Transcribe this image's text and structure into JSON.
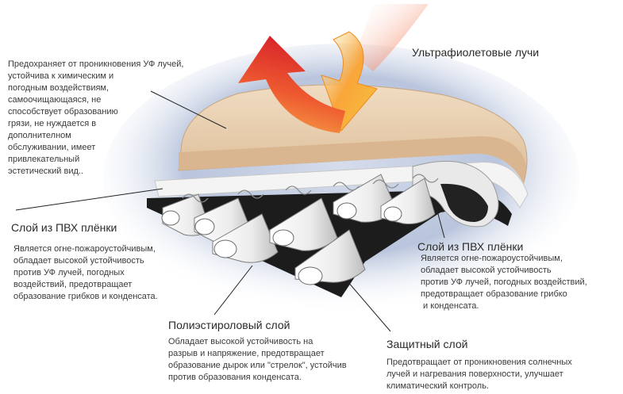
{
  "uv": {
    "title": "Ультрафиолетовые лучи"
  },
  "top_layer": {
    "lines": [
      "Предохраняет от проникновения УФ лучей,",
      "устойчива к химическим и",
      "погодным воздействиям,",
      "самоочищающаяся, не",
      "способствует образованию",
      "грязи, не нуждается в",
      "дополнителном",
      "обслуживании, имеет",
      "привлекательный",
      "эстетический вид.."
    ]
  },
  "pvc_left": {
    "title": "Слой из ПВХ плёнки",
    "lines": [
      "Является огне-пожароустойчивым,",
      "обладает высокой устойчивость",
      "против УФ лучей, погодных",
      "воздействий, предотвращает",
      "образование грибков и конденсата."
    ]
  },
  "pvc_right": {
    "title": "Слой из ПВХ плёнки",
    "lines": [
      "Является огне-пожароустойчивым,",
      "обладает высокой устойчивость",
      "против УФ лучей, погодных воздействий,",
      "предотвращает образование грибко",
      " и конденсата."
    ]
  },
  "polyester": {
    "title": "Полиэстироловый слой",
    "lines": [
      "Обладает высокой устойчивость на",
      "разрыв и напряжение, предотвращает",
      "образование дырок или \"стрелок\", устойчив",
      "против образования конденсата."
    ]
  },
  "protective": {
    "title": "Защитный слой",
    "lines": [
      "Предотвращает от проникновения солнечных",
      "лучей и нагревания поверхности, улучшает",
      "климатический контроль."
    ]
  },
  "colors": {
    "membrane_top": "#e8cfb0",
    "membrane_edge": "#d7b48e",
    "uv_arrow_orange": "#f39a2c",
    "uv_arrow_red": "#e1342a",
    "dark_layer": "#1c1c1c",
    "backdrop_blue": "#b9c5dd"
  }
}
